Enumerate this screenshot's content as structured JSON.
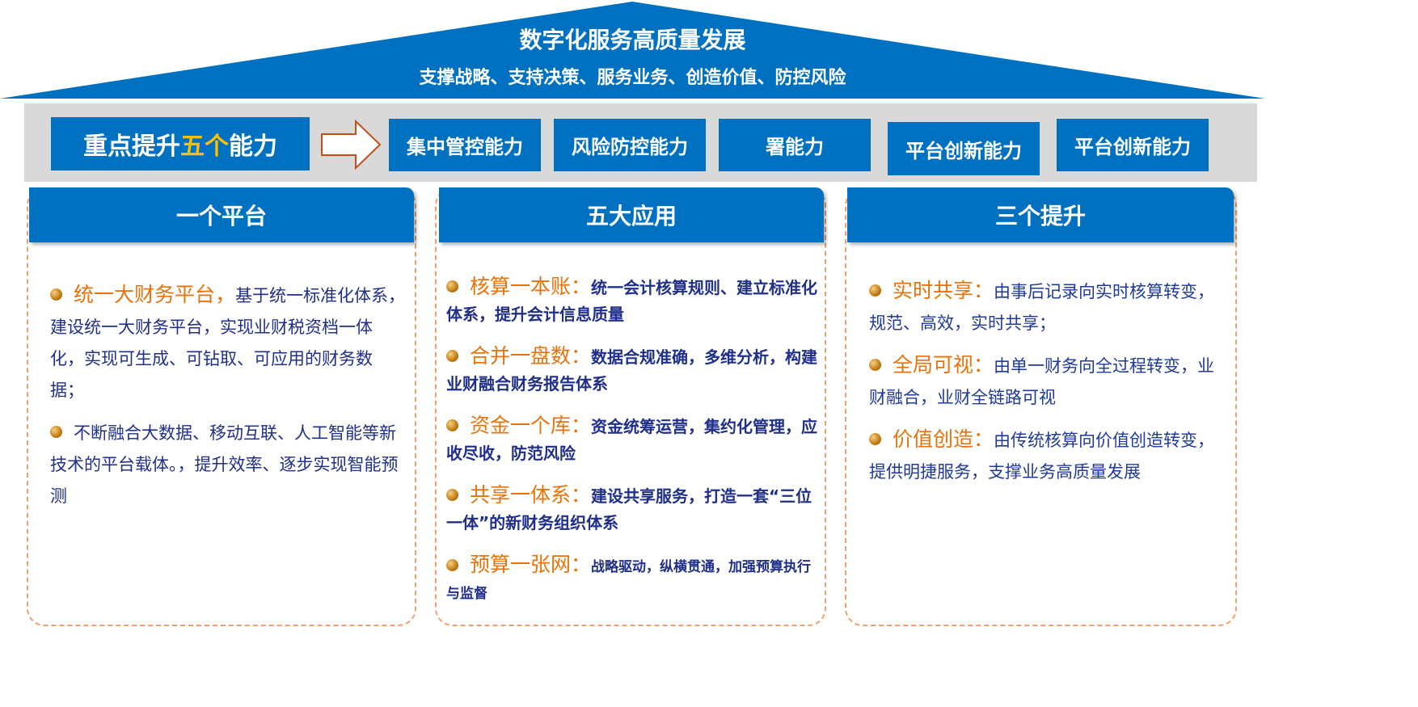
{
  "roof": {
    "title": "数字化服务高质量发展",
    "subtitle": "支撑战略、支持决策、服务业务、创造价值、防控风险"
  },
  "capabilities": {
    "lead_pre": "重点提升",
    "lead_hl": "五个",
    "lead_post": "能力",
    "items": [
      "集中管控能力",
      "风险防控能力",
      "署能力",
      "平台创新能力",
      "平台创新能力"
    ]
  },
  "panels": [
    {
      "title": "一个平台",
      "items": [
        {
          "label": "统一大财务平台，",
          "text": "基于统一标准化体系，建设统一大财务平台，实现业财税资档一体化，实现可生成、可钻取、可应用的财务数据；"
        },
        {
          "label": "",
          "text": "不断融合大数据、移动互联、人工智能等新技术的平台载体。，提升效率、逐步实现智能预测"
        }
      ]
    },
    {
      "title": "五大应用",
      "items": [
        {
          "label": "核算一本账：",
          "text": "统一会计核算规则、建立标准化体系，提升会计信息质量"
        },
        {
          "label": "合并一盘数：",
          "text": "数据合规准确，多维分析，构建业财融合财务报告体系"
        },
        {
          "label": "资金一个库：",
          "text": "资金统筹运营，集约化管理，应收尽收，防范风险"
        },
        {
          "label": "共享一体系：",
          "text": "建设共享服务，打造一套“三位一体”的新财务组织体系"
        },
        {
          "label": "预算一张网：",
          "text": "战略驱动，纵横贯通，加强预算执行与监督"
        }
      ]
    },
    {
      "title": "三个提升",
      "items": [
        {
          "label": "实时共享：",
          "text": "由事后记录向实时核算转变，规范、高效，实时共享；"
        },
        {
          "label": "全局可视：",
          "text": "由单一财务向全过程转变，业财融合，业财全链路可视"
        },
        {
          "label": "价值创造：",
          "text": "由传统核算向价值创造转变，提供明捷服务，支撑业务高质量发展"
        }
      ]
    }
  ],
  "colors": {
    "primary": "#0070c0",
    "highlight": "#ffc000",
    "label": "#e8730c",
    "text": "#1f2f8a"
  }
}
